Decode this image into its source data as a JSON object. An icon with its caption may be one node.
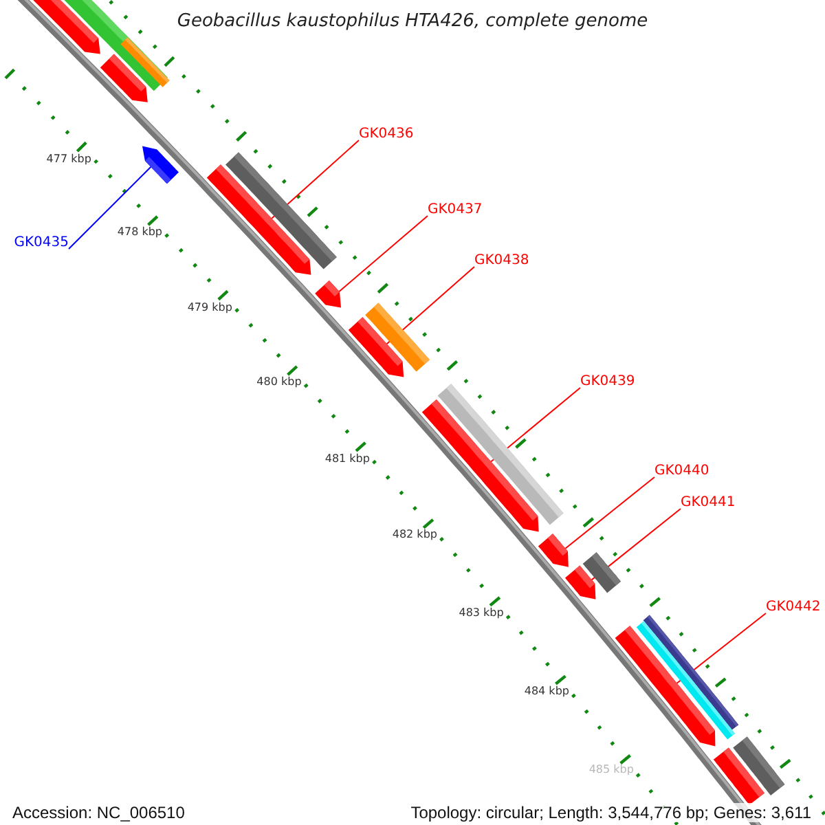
{
  "diagram": {
    "title": "Geobacillus kaustophilus HTA426, complete genome",
    "nodes": [
      {
        "text": [],
        "shape": "arrow"
      },
      {
        "text": [],
        "shape": "arrow"
      },
      {
        "text": [
          "GK0435"
        ]
      },
      {
        "text": [],
        "shape": "arrow"
      },
      {
        "text": [
          "GK0436"
        ]
      },
      {
        "text": [],
        "shape": "arrow"
      },
      {
        "text": [
          "GK0437"
        ]
      },
      {
        "text": [],
        "shape": "arrow"
      },
      {
        "text": [
          "GK0438"
        ]
      },
      {
        "text": [],
        "shape": "arrow"
      },
      {
        "text": [
          "GK0439"
        ]
      },
      {
        "text": [],
        "shape": "arrow"
      },
      {
        "text": [
          "GK0440"
        ]
      },
      {
        "text": [],
        "shape": "arrow"
      },
      {
        "text": [
          "GK0441"
        ]
      },
      {
        "text": [],
        "shape": "arrow"
      },
      {
        "text": [
          "GK0442"
        ]
      },
      {
        "text": [],
        "shape": "arrow"
      },
      {
        "text": [],
        "shape": "bar"
      }
    ],
    "edges": [
      {
        "from": 2,
        "to": 3,
        "arrow": "none",
        "color": "#0000ff"
      },
      {
        "from": 4,
        "to": 5,
        "arrow": "none"
      },
      {
        "from": 6,
        "to": 7,
        "arrow": "none"
      },
      {
        "from": 8,
        "to": 9,
        "arrow": "none"
      },
      {
        "from": 10,
        "to": 11,
        "arrow": "none"
      },
      {
        "from": 12,
        "to": 13,
        "arrow": "none"
      },
      {
        "from": 14,
        "to": 15,
        "arrow": "none"
      },
      {
        "from": 16,
        "to": 17,
        "arrow": "none"
      }
    ],
    "labels": [
      "477 kbp",
      "478 kbp",
      "479 kbp",
      "480 kbp",
      "481 kbp",
      "482 kbp",
      "483 kbp",
      "484 kbp",
      "485 kbp",
      "Accession: NC_006510",
      "Topology: circular; Length: 3,544,776 bp; Genes: 3,611"
    ]
  }
}
